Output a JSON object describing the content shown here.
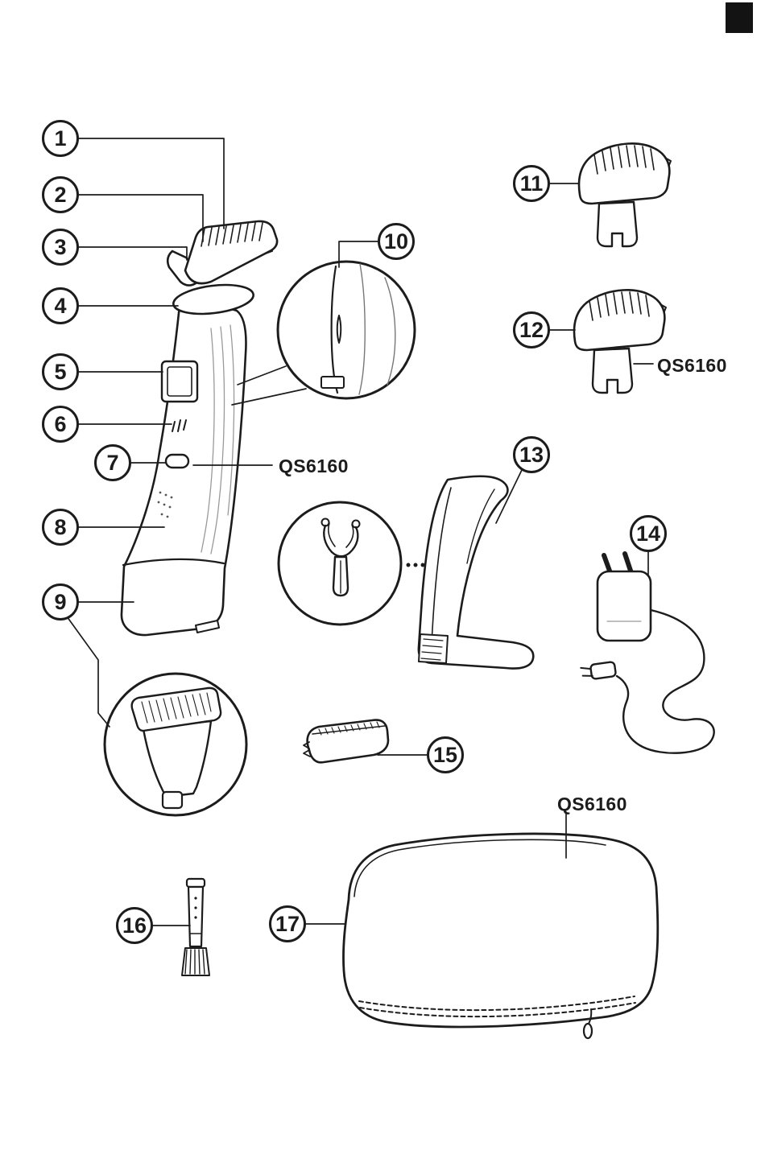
{
  "document": {
    "model_label": "QS6160"
  },
  "callouts": [
    "1",
    "2",
    "3",
    "4",
    "5",
    "6",
    "7",
    "8",
    "9",
    "10",
    "11",
    "12",
    "13",
    "14",
    "15",
    "16",
    "17"
  ]
}
